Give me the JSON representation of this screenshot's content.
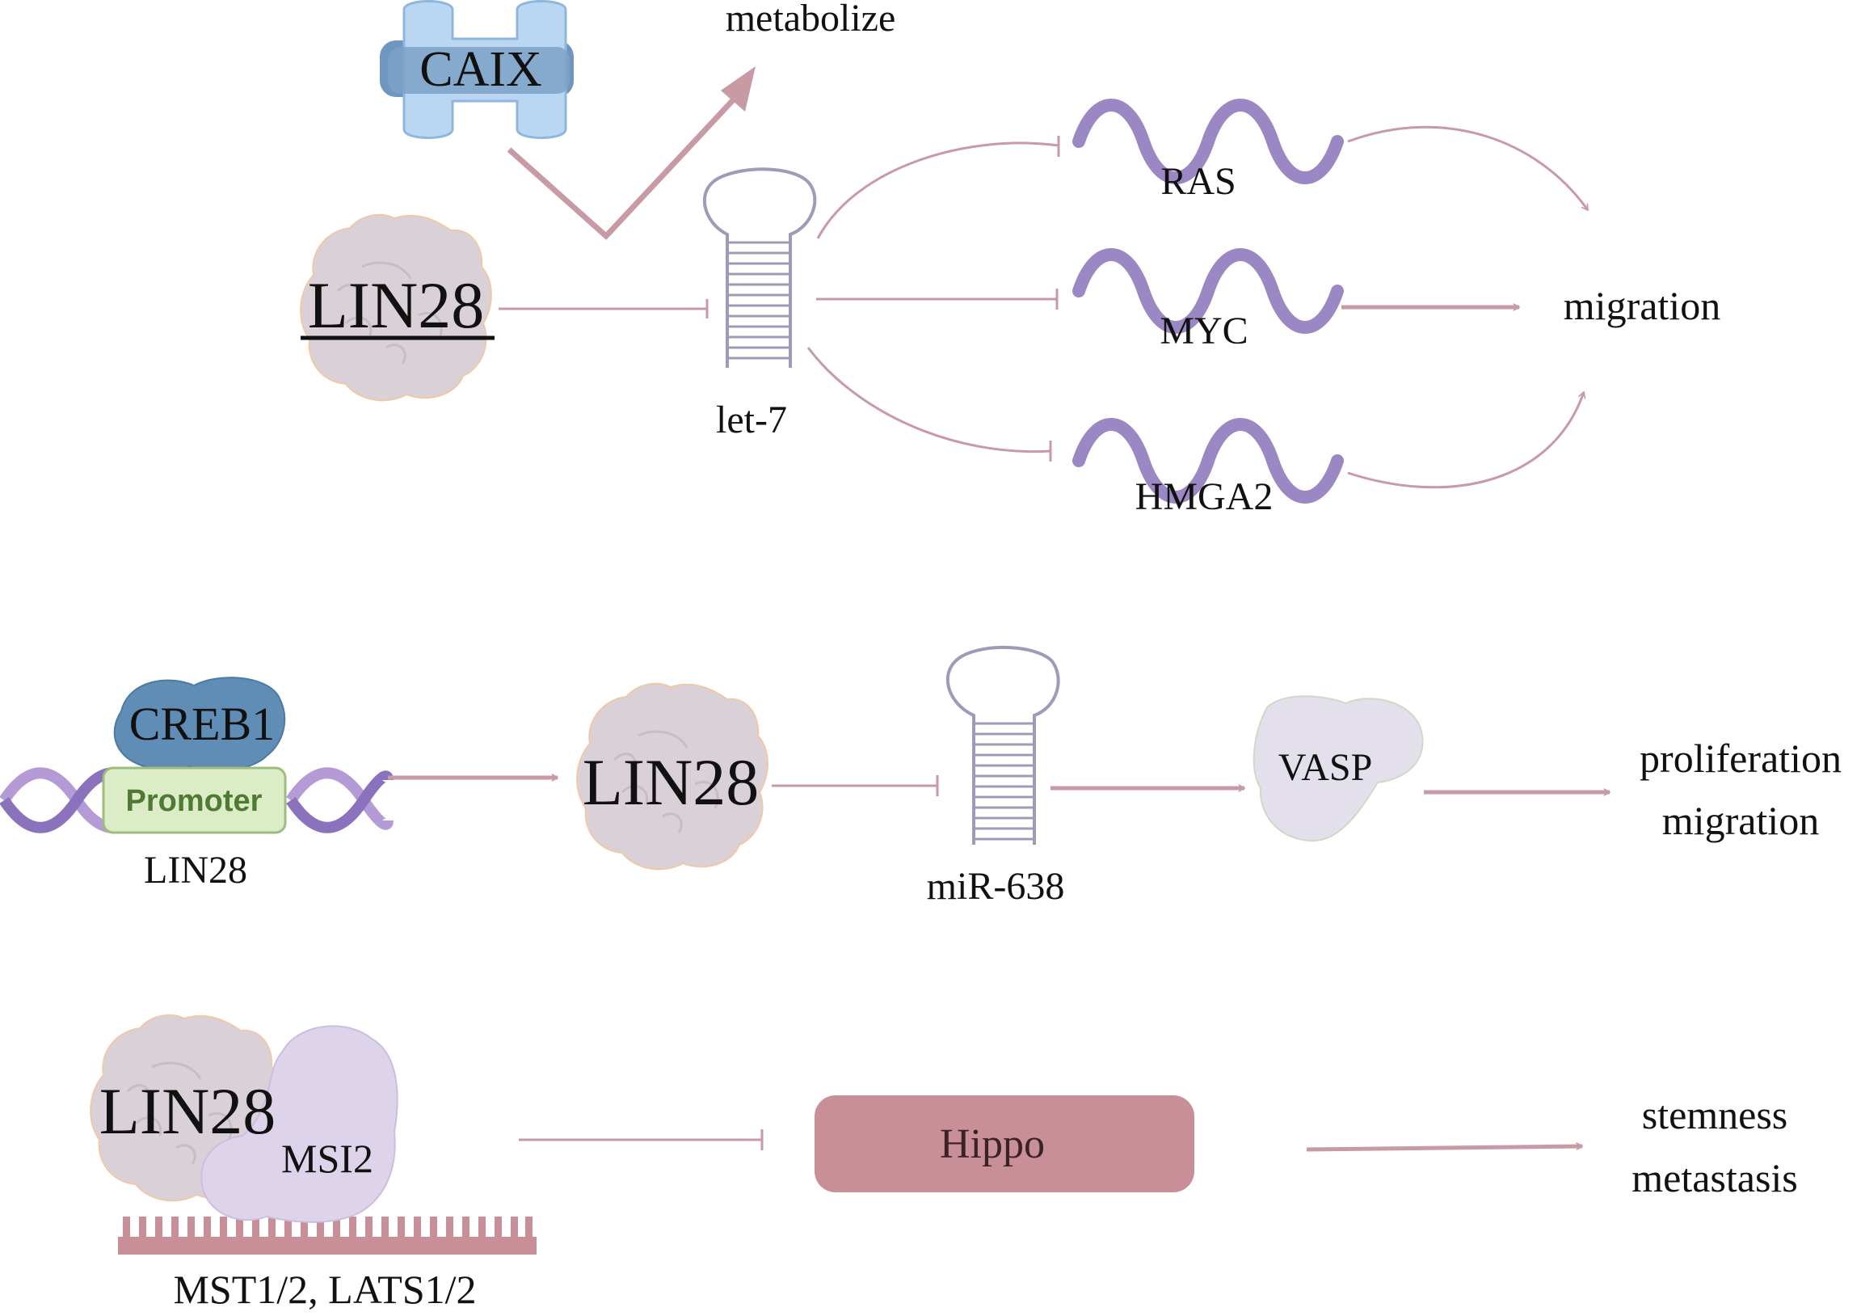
{
  "colors": {
    "arrow": "#c79aa4",
    "rna_wave": "#9b87c4",
    "lin28_blob": "#d9d0d8",
    "hippo_box": "#c98f99",
    "caix": "#9fc6e8",
    "creb1": "#5f8db5",
    "promoter_fill": "#dcecc6",
    "dna_strand_a": "#b59bd6",
    "dna_strand_b": "#8a72bd",
    "msi2": "#ddd3ea",
    "vasp": "#e3e0ec"
  },
  "icons": [
    "protein-blob",
    "hairpin-rna",
    "mrna-wave",
    "dna-helix",
    "membrane-transporter"
  ],
  "panel1": {
    "caix": "CAIX",
    "metabolize": "metabolize",
    "lin28": "LIN28",
    "let7": "let-7",
    "ras": "RAS",
    "myc": "MYC",
    "hmga2": "HMGA2",
    "migration": "migration"
  },
  "panel2": {
    "creb1": "CREB1",
    "promoter": "Promoter",
    "lin28_gene": "LIN28",
    "lin28": "LIN28",
    "mir638": "miR-638",
    "vasp": "VASP",
    "outcome_line1": "proliferation",
    "outcome_line2": "migration"
  },
  "panel3": {
    "lin28": "LIN28",
    "msi2": "MSI2",
    "mst_lats": "MST1/2, LATS1/2",
    "hippo": "Hippo",
    "outcome_line1": "stemness",
    "outcome_line2": "metastasis"
  }
}
